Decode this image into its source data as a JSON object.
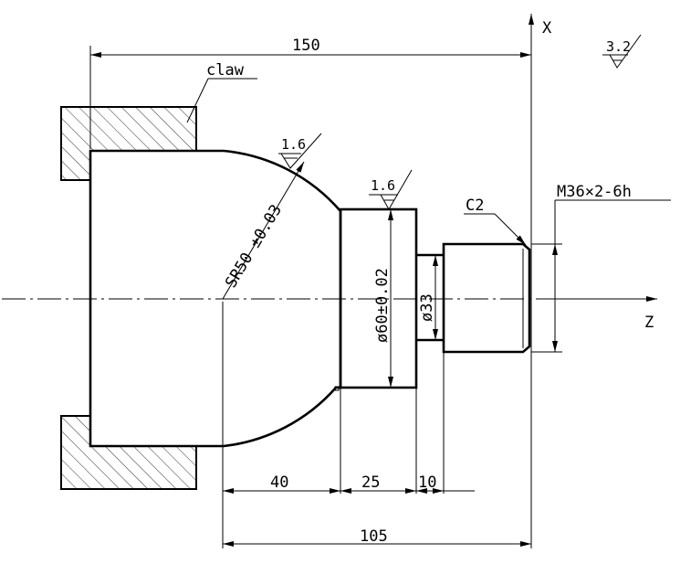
{
  "labels": {
    "claw": "claw",
    "axis_x": "X",
    "axis_z": "Z",
    "dim_total_length": "150",
    "dim_105": "105",
    "dim_40": "40",
    "dim_25": "25",
    "dim_10": "10",
    "sphere_radius": "SR50 ±0.03",
    "dia_60": "ø60±0.02",
    "dia_33": "ø33",
    "thread": "M36×2-6h",
    "chamfer": "C2",
    "roughness_general": "3.2",
    "roughness_sphere": "1.6",
    "roughness_cyl": "1.6"
  },
  "colors": {
    "line": "#000000",
    "background": "#ffffff"
  }
}
